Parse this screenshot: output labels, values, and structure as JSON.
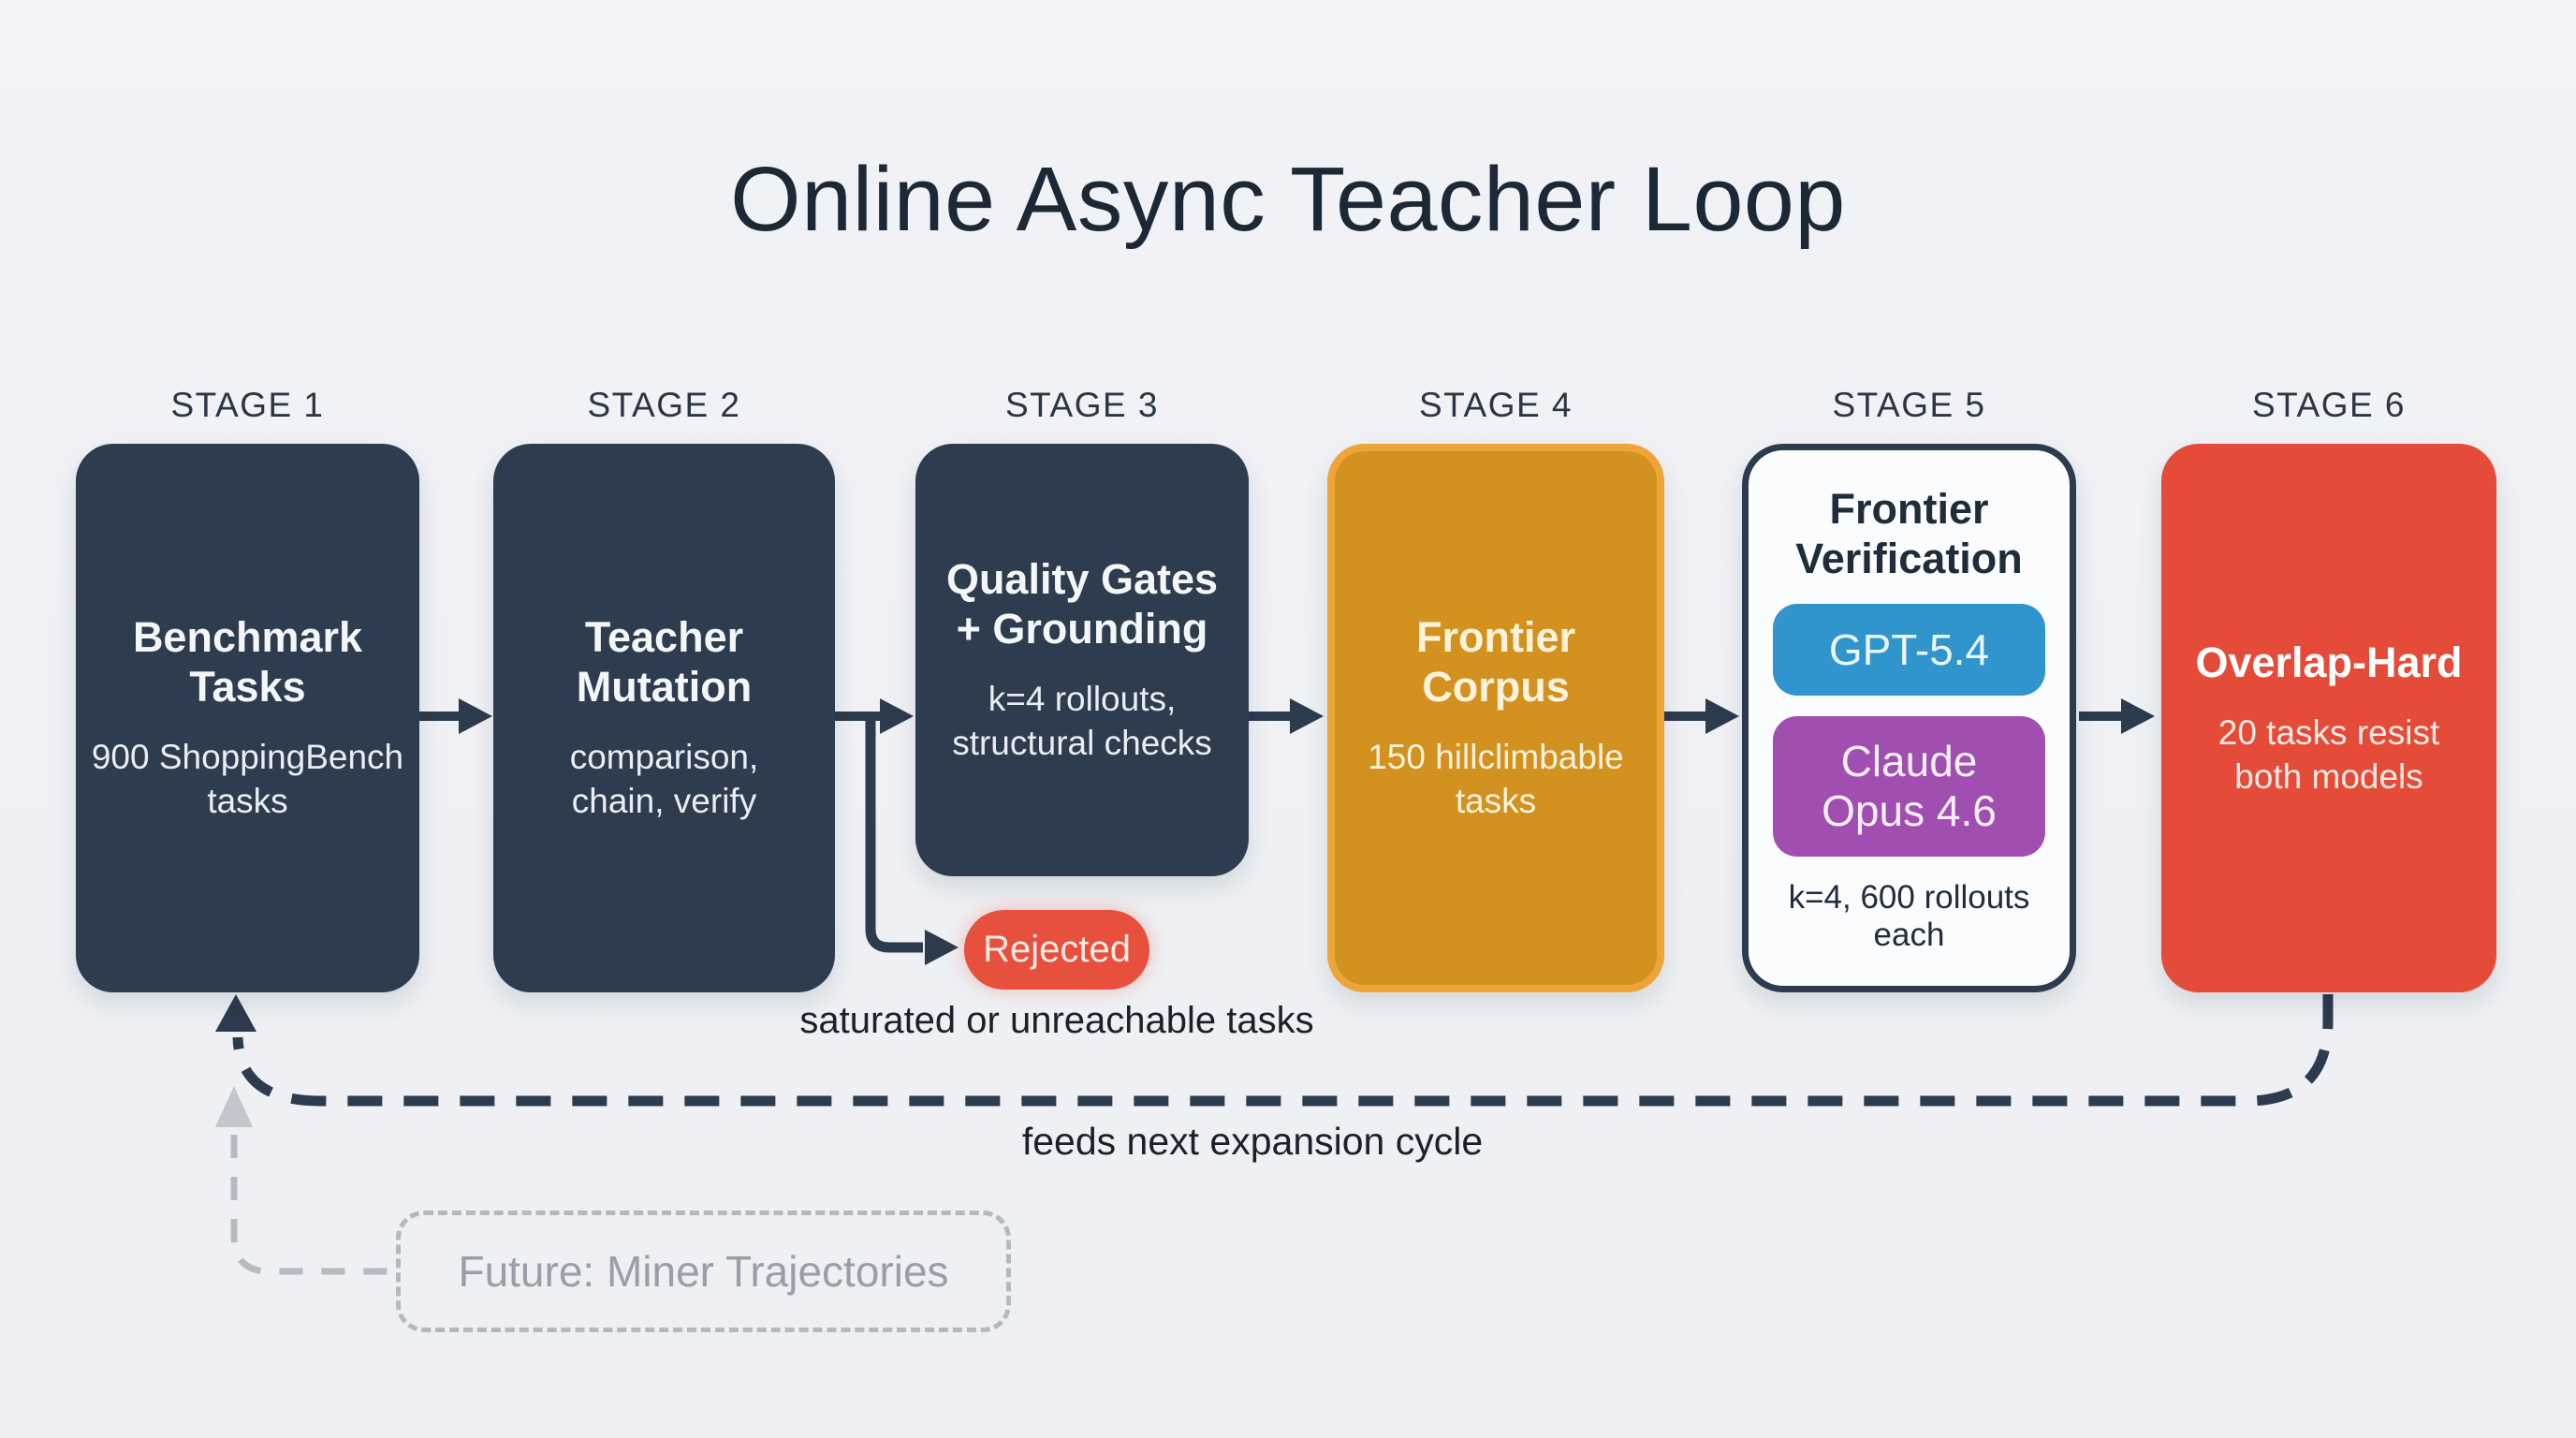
{
  "title": "Online Async Teacher Loop",
  "stages": [
    {
      "label": "STAGE 1",
      "heading": "Benchmark\nTasks",
      "subtext": "900 ShoppingBench\ntasks",
      "color": "#2d3c4e"
    },
    {
      "label": "STAGE 2",
      "heading": "Teacher\nMutation",
      "subtext": "comparison,\nchain, verify",
      "color": "#2d3c4e"
    },
    {
      "label": "STAGE 3",
      "heading": "Quality Gates\n+ Grounding",
      "subtext": "k=4 rollouts,\nstructural checks",
      "color": "#2d3c4e"
    },
    {
      "label": "STAGE 4",
      "heading": "Frontier\nCorpus",
      "subtext": "150 hillclimbable\ntasks",
      "color": "#d3911f"
    },
    {
      "label": "STAGE 5",
      "heading": "Frontier\nVerification",
      "models": [
        "GPT-5.4",
        "Claude\nOpus 4.6"
      ],
      "caption": "k=4, 600 rollouts each",
      "color": "#fbfcfe"
    },
    {
      "label": "STAGE 6",
      "heading": "Overlap-Hard",
      "subtext": "20 tasks resist\nboth models",
      "color": "#e44b38"
    }
  ],
  "rejected": {
    "label": "Rejected",
    "caption": "saturated or unreachable tasks"
  },
  "loop_label": "feeds next expansion cycle",
  "future_label": "Future: Miner Trajectories",
  "colors": {
    "background": "#eef0f4",
    "box_navy": "#2d3c4e",
    "box_orange_fill": "#d3911f",
    "box_orange_border": "#eda53a",
    "box_red": "#e44b38",
    "pill_blue": "#3095cc",
    "pill_purple": "#a04fb0",
    "rejected_red": "#e7503c",
    "arrow_dark": "#2c3b4d",
    "muted_gray": "#b4b8c0",
    "title_text": "#1d2837"
  }
}
